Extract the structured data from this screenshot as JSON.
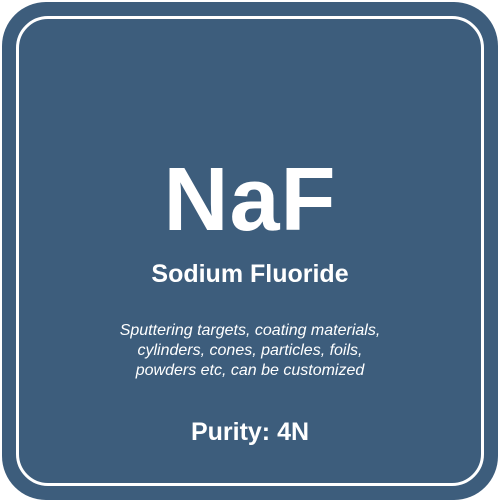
{
  "colors": {
    "card_background": "#3d5d7c",
    "frame": "#ffffff",
    "text": "#ffffff"
  },
  "product": {
    "symbol": "NaF",
    "name": "Sodium Fluoride",
    "description_lines": [
      "Sputtering targets, coating materials,",
      "cylinders, cones, particles, foils,",
      "powders etc, can be customized"
    ],
    "purity": "Purity: 4N"
  }
}
